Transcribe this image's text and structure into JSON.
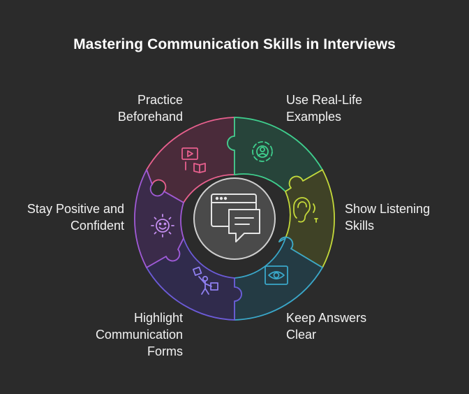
{
  "title": "Mastering Communication Skills in Interviews",
  "segments": [
    {
      "id": "practice",
      "lines": [
        "Practice",
        "Beforehand"
      ],
      "color": "#e8608e",
      "icon": "video-tutorial-icon"
    },
    {
      "id": "real-life",
      "lines": [
        "Use Real-Life",
        "Examples"
      ],
      "color": "#3fcf8e",
      "icon": "person-target-icon"
    },
    {
      "id": "listening",
      "lines": [
        "Show Listening",
        "Skills"
      ],
      "color": "#c4d93a",
      "icon": "ear-icon"
    },
    {
      "id": "clear",
      "lines": [
        "Keep Answers",
        "Clear"
      ],
      "color": "#3aa7c9",
      "icon": "eye-focus-icon"
    },
    {
      "id": "forms",
      "lines": [
        "Highlight",
        "Communication",
        "Forms"
      ],
      "color": "#6c5bd8",
      "icon": "person-presenting-icon"
    },
    {
      "id": "positive",
      "lines": [
        "Stay Positive and",
        "Confident"
      ],
      "color": "#a05ad6",
      "icon": "smiling-sun-icon"
    }
  ],
  "center_icon": "browser-chat-icon"
}
